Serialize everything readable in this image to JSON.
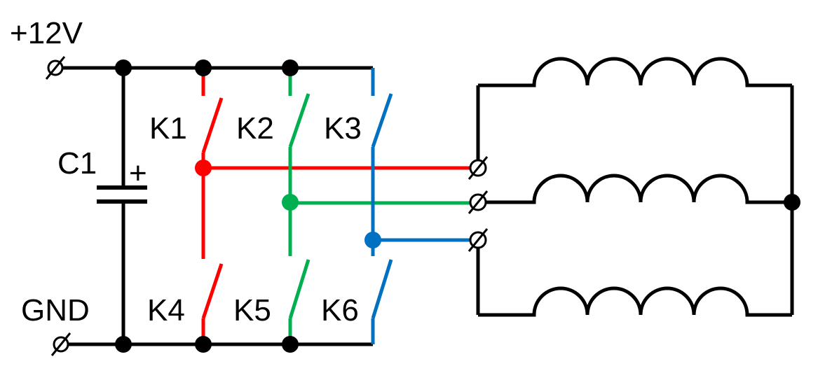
{
  "terminals": {
    "supply": "+12V",
    "ground": "GND"
  },
  "capacitor": {
    "label": "C1",
    "polarity": "+"
  },
  "switches": {
    "k1": "K1",
    "k2": "K2",
    "k3": "K3",
    "k4": "K4",
    "k5": "K5",
    "k6": "K6"
  },
  "colors": {
    "wire": "#000000",
    "phase_a": "#ff0000",
    "phase_b": "#00b050",
    "phase_c": "#0070c0"
  },
  "icons": {
    "terminal": "terminal-icon",
    "junction": "junction-dot-icon",
    "switch": "switch-icon",
    "capacitor": "capacitor-icon",
    "coil": "inductor-coil-icon"
  }
}
